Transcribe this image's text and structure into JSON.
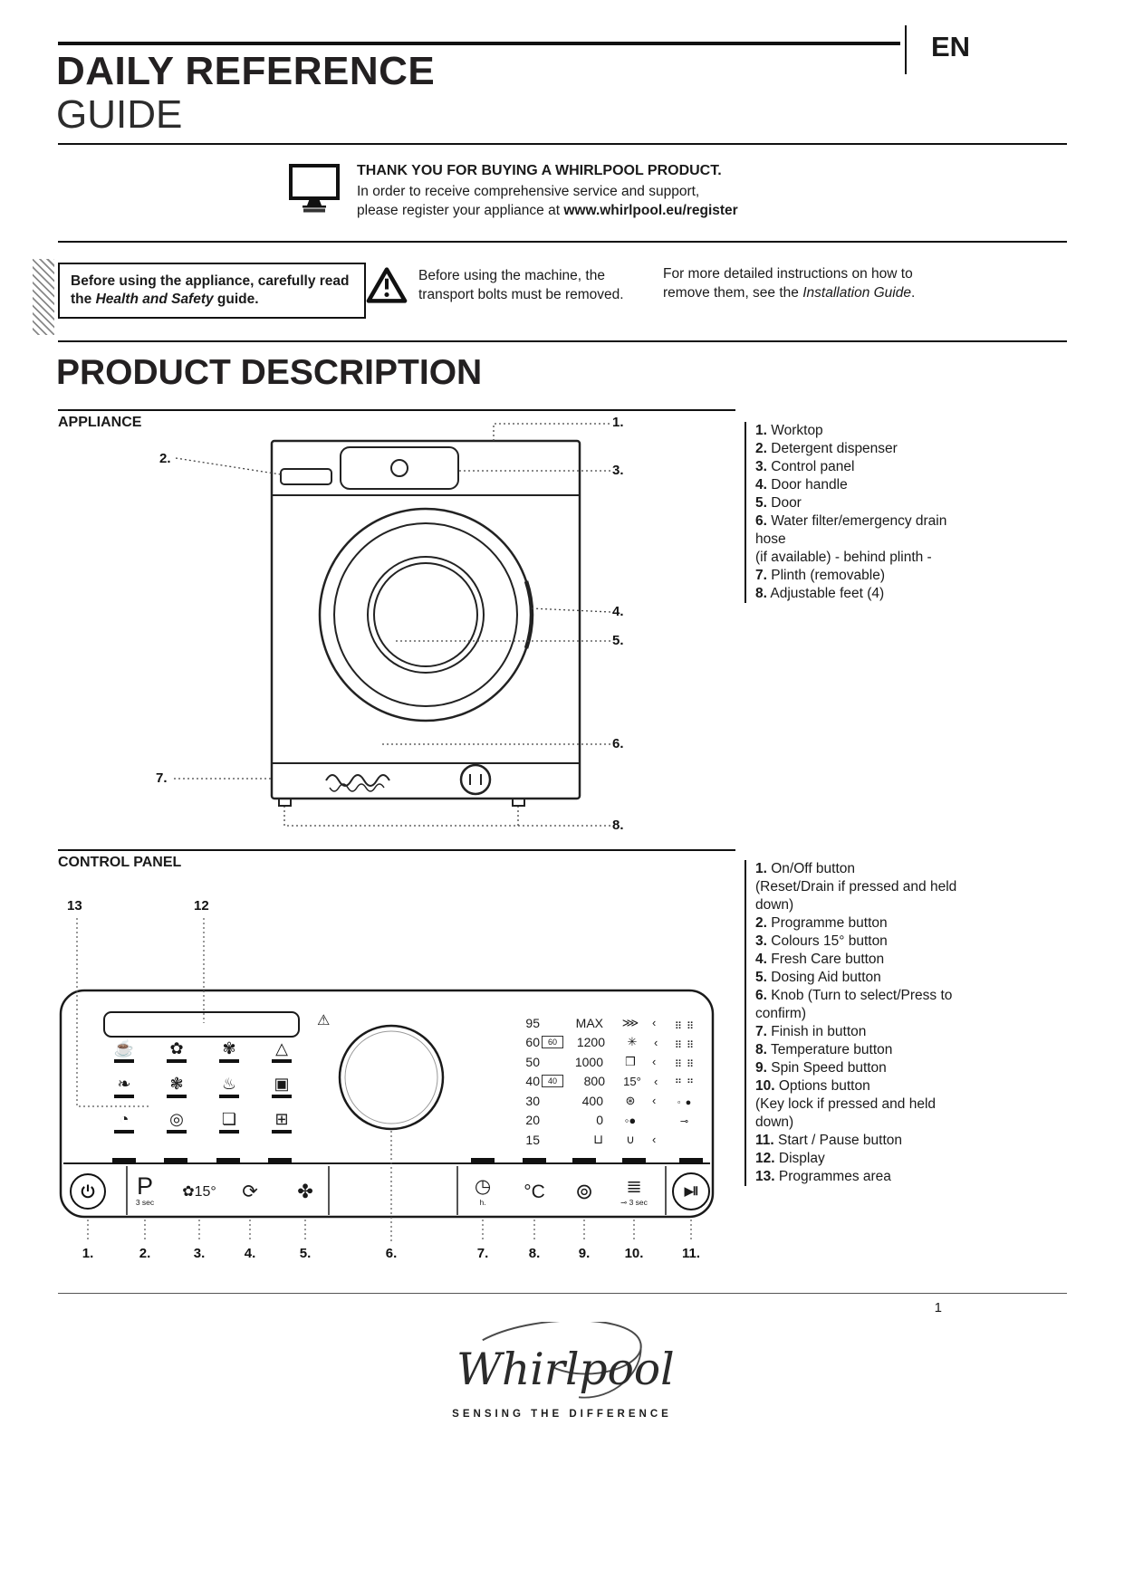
{
  "header": {
    "title_line1": "DAILY REFERENCE",
    "title_line2": "GUIDE",
    "language": "EN"
  },
  "register": {
    "heading": "THANK YOU FOR BUYING A WHIRLPOOL PRODUCT.",
    "line2": "In order to receive comprehensive service and support,",
    "line3_pre": "please register your appliance at ",
    "line3_link": "www.whirlpool.eu/register"
  },
  "warnings": {
    "box_pre": "Before using the appliance, carefully read the ",
    "box_italic": "Health and Safety",
    "box_post": " guide.",
    "transport_text": "Before using the machine, the transport bolts must be removed.",
    "details_pre": "For more detailed instructions on how to remove them, see the ",
    "details_italic": "Installation Guide",
    "details_post": "."
  },
  "product_description": {
    "title": "PRODUCT DESCRIPTION",
    "appliance": {
      "label": "APPLIANCE",
      "callouts": [
        "1.",
        "2.",
        "3.",
        "4.",
        "5.",
        "6.",
        "7.",
        "8."
      ],
      "parts": [
        {
          "num": "1.",
          "text": "Worktop"
        },
        {
          "num": "2.",
          "text": "Detergent dispenser"
        },
        {
          "num": "3.",
          "text": "Control panel"
        },
        {
          "num": "4.",
          "text": "Door handle"
        },
        {
          "num": "5.",
          "text": "Door"
        },
        {
          "num": "6.",
          "text": "Water filter/emergency drain hose\n(if available) - behind plinth -"
        },
        {
          "num": "7.",
          "text": "Plinth (removable)"
        },
        {
          "num": "8.",
          "text": "Adjustable feet (4)"
        }
      ]
    },
    "control_panel": {
      "label": "CONTROL PANEL",
      "top_callouts": [
        "13",
        "12"
      ],
      "bottom_callouts": [
        "1.",
        "2.",
        "3.",
        "4.",
        "5.",
        "6.",
        "7.",
        "8.",
        "9.",
        "10.",
        "11."
      ],
      "display_warning_icon": "⚠",
      "programme_icons": [
        "☕",
        "✿",
        "✾",
        "△",
        "❧",
        "❃",
        "♨",
        "▣",
        "◔",
        "◎",
        "❏",
        "⊞"
      ],
      "selector_rows": [
        {
          "t": "95",
          "badge": "",
          "s": "MAX",
          "icon": "⋙",
          "mark": "‹"
        },
        {
          "t": "60",
          "badge": "60",
          "s": "1200",
          "icon": "✳",
          "mark": "‹"
        },
        {
          "t": "50",
          "badge": "",
          "s": "1000",
          "icon": "❒",
          "mark": "‹"
        },
        {
          "t": "40",
          "badge": "40",
          "s": "800",
          "icon": "15°",
          "mark": "‹"
        },
        {
          "t": "30",
          "badge": "",
          "s": "400",
          "icon": "⊛",
          "mark": "‹"
        },
        {
          "t": "20",
          "badge": "",
          "s": "0",
          "icon": "◦●",
          "mark": ""
        },
        {
          "t": "15",
          "badge": "",
          "s": "⊔",
          "icon": "∪",
          "mark": "‹"
        }
      ],
      "matrix_icons": [
        "⠿ ⠿",
        "⠿ ⠿",
        "⠿ ⠿",
        "⠛ ⠛",
        "◦ ●",
        "⊸"
      ],
      "buttons_row": {
        "programme": "P",
        "programme_sub": "3 sec",
        "colours": "✿15°",
        "fresh_care": "⟳",
        "dosing_aid": "✤",
        "finish_in": "◷",
        "finish_in_sub": "h.",
        "temperature": "°C",
        "spin": "⊚",
        "options": "≣",
        "options_sub": "⊸ 3 sec",
        "start_pause": "▶Ⅱ"
      },
      "legend": [
        {
          "num": "1.",
          "text": "On/Off button\n(Reset/Drain if pressed and held down)"
        },
        {
          "num": "2.",
          "text": "Programme button"
        },
        {
          "num": "3.",
          "text": "Colours 15° button"
        },
        {
          "num": "4.",
          "text": "Fresh Care button"
        },
        {
          "num": "5.",
          "text": "Dosing Aid button"
        },
        {
          "num": "6.",
          "text": "Knob (Turn to select/Press to confirm)"
        },
        {
          "num": "7.",
          "text": "Finish in button"
        },
        {
          "num": "8.",
          "text": "Temperature button"
        },
        {
          "num": "9.",
          "text": "Spin Speed button"
        },
        {
          "num": "10.",
          "text": "Options button\n(Key lock if pressed and held down)"
        },
        {
          "num": "11.",
          "text": "Start / Pause button"
        },
        {
          "num": "12.",
          "text": "Display"
        },
        {
          "num": "13.",
          "text": "Programmes area"
        }
      ]
    }
  },
  "footer": {
    "page_number": "1",
    "logo_text": "Whirlpool",
    "tagline": "SENSING THE DIFFERENCE"
  }
}
